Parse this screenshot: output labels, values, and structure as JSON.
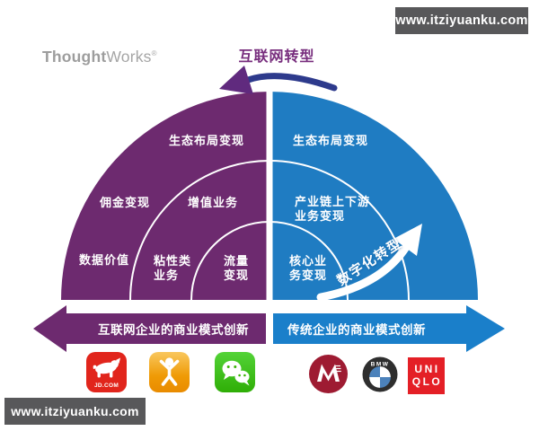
{
  "watermarks": {
    "top_right": "www.itziyuanku.com",
    "bottom_left": "www.itziyuanku.com"
  },
  "brand": {
    "bold_part": "Thought",
    "regular_part": "Works",
    "mark": "®"
  },
  "header": {
    "top_arrow_label": "互联网转型"
  },
  "dome": {
    "left": {
      "outer_label": "生态布局变现",
      "commission_label": "佣金变现",
      "value_added_label": "增值业务",
      "data_value_label": "数据价值",
      "sticky_label": "粘性类\n业务",
      "traffic_label": "流量\n变现"
    },
    "right": {
      "outer_label": "生态布局变现",
      "chain_label": "产业链上下游\n业务变现",
      "core_label": "核心业\n务变现",
      "digital_arrow_label": "数字化转型"
    },
    "colors": {
      "purple_half": "#6d2a6f",
      "blue_half": "#1f7cc2",
      "band_purple": "#6d2a6f",
      "band_blue": "#1a7fca",
      "top_arrow_body": "#2d3a8c",
      "top_arrow_head": "#602a7e",
      "title_purple": "#772d7d",
      "watermark_bg": "#58585a"
    }
  },
  "band": {
    "left_label": "互联网企业的商业模式创新",
    "right_label": "传统企业的商业模式创新"
  },
  "logos": {
    "jd": {
      "name": "jd-logo",
      "caption": "JD.COM"
    },
    "dianping": {
      "name": "dianping-logo"
    },
    "wechat": {
      "name": "wechat-logo"
    },
    "cmb": {
      "name": "china-merchants-bank-logo"
    },
    "bmw": {
      "name": "bmw-logo",
      "caption": "BMW"
    },
    "uniqlo": {
      "name": "uniqlo-logo",
      "caption": "UNI\nQLO"
    }
  }
}
